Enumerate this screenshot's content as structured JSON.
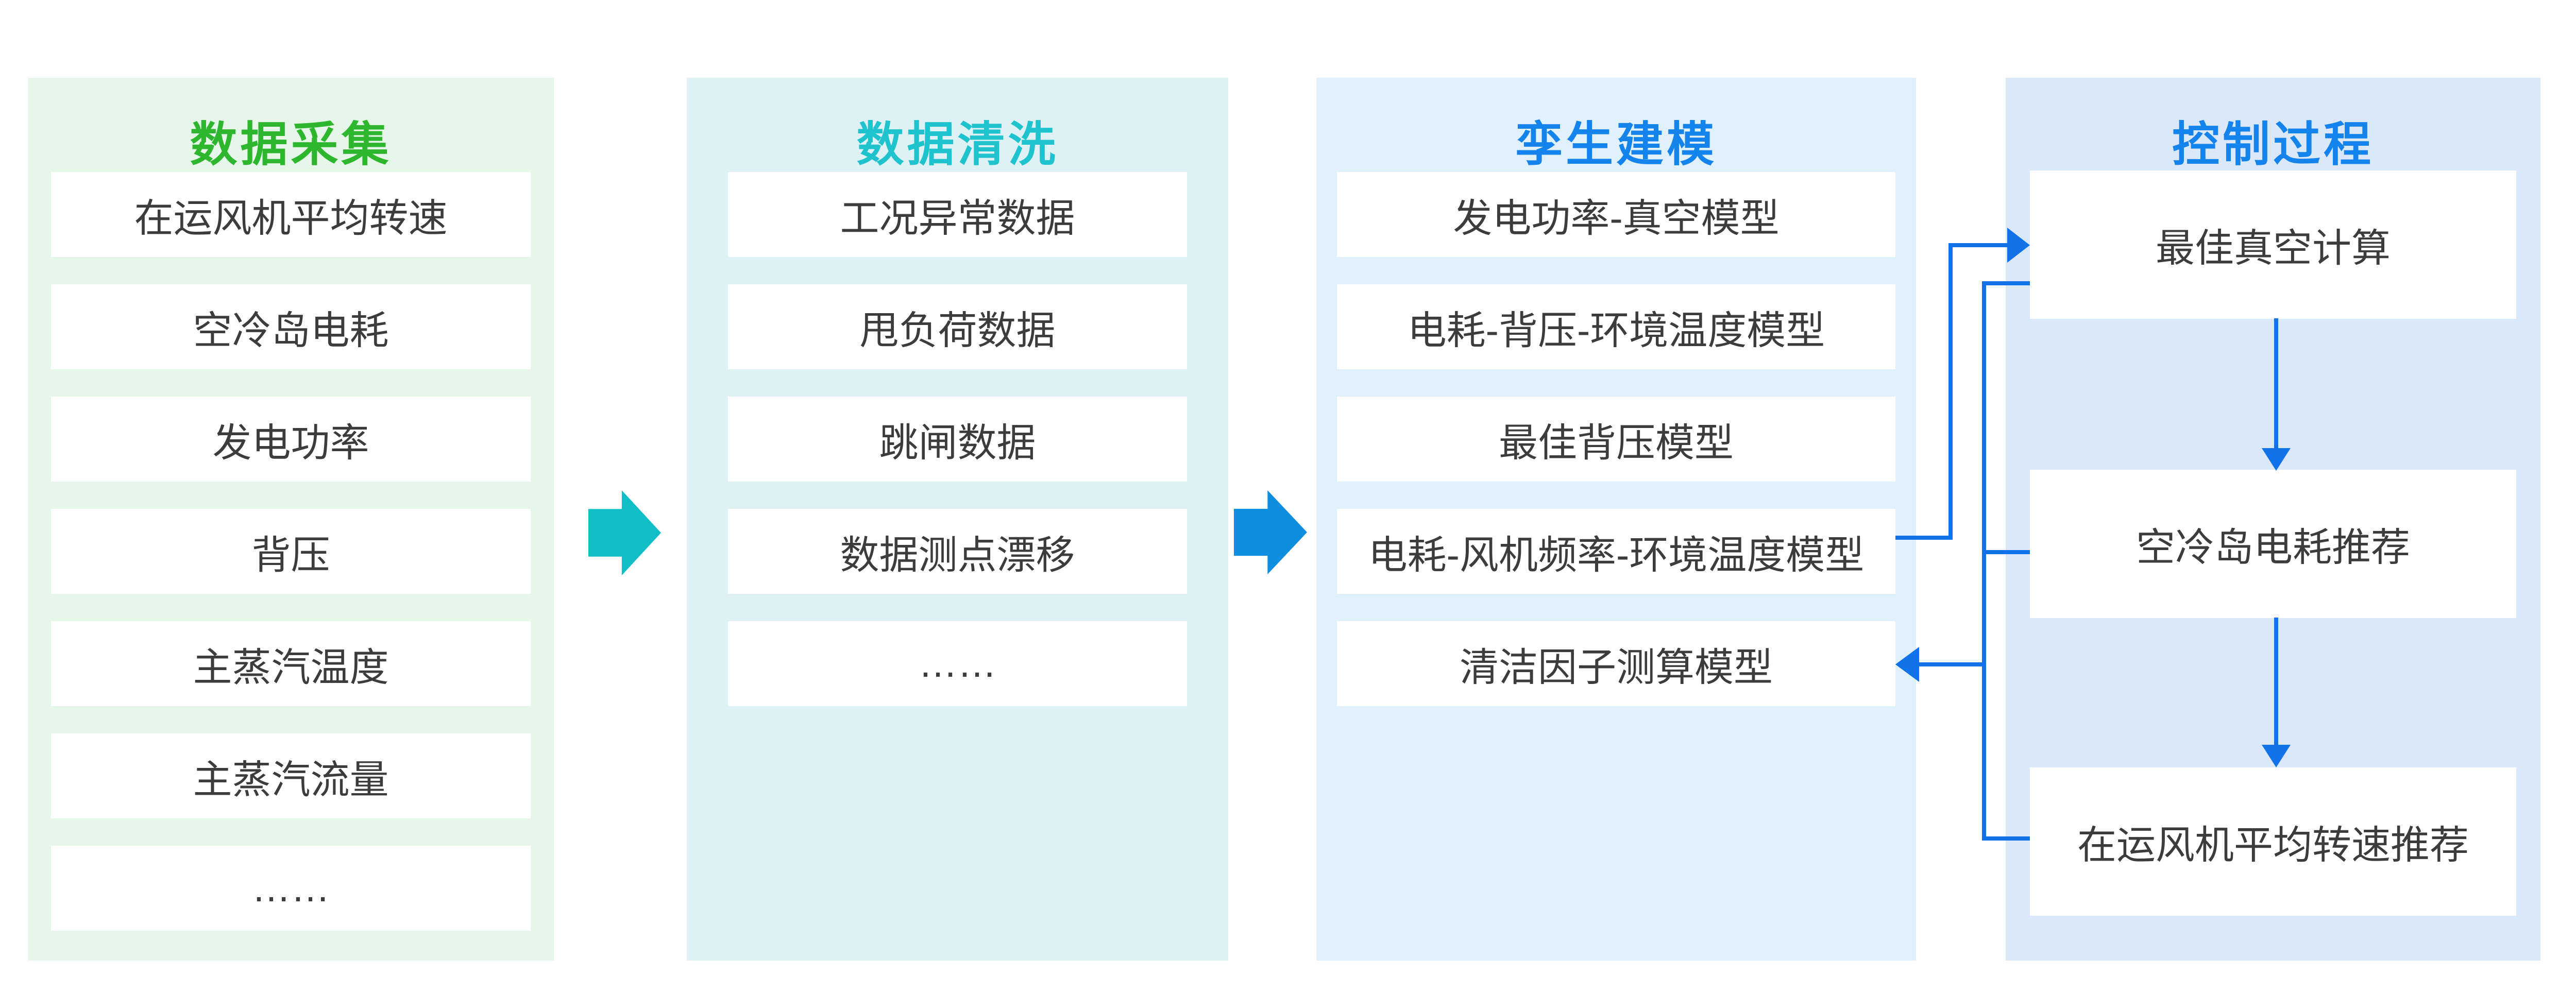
{
  "diagram": {
    "columns": [
      {
        "title": "数据采集",
        "items": [
          "在运风机平均转速",
          "空冷岛电耗",
          "发电功率",
          "背压",
          "主蒸汽温度",
          "主蒸汽流量",
          "……"
        ]
      },
      {
        "title": "数据清洗",
        "items": [
          "工况异常数据",
          "甩负荷数据",
          "跳闸数据",
          "数据测点漂移",
          "……"
        ]
      },
      {
        "title": "孪生建模",
        "items": [
          "发电功率-真空模型",
          "电耗-背压-环境温度模型",
          "最佳背压模型",
          "电耗-风机频率-环境温度模型",
          "清洁因子测算模型"
        ]
      },
      {
        "title": "控制过程",
        "items": [
          "最佳真空计算",
          "空冷岛电耗推荐",
          "在运风机平均转速推荐"
        ]
      }
    ],
    "colors": {
      "col1_bg": "#E6F6E8",
      "col2_bg": "#DEF1F4",
      "col3_bg": "#E0F1FC",
      "col4_bg": "#DBE8FA",
      "title_green": "#2EB72E",
      "title_cyan": "#1EC3CD",
      "title_blue": "#1484EC",
      "block_arrow_teal": "#10BEC8",
      "block_arrow_blue": "#0F8EE0",
      "connector_blue": "#1273E8",
      "item_text": "#3C3C3C",
      "item_bg": "#FFFFFF"
    }
  }
}
